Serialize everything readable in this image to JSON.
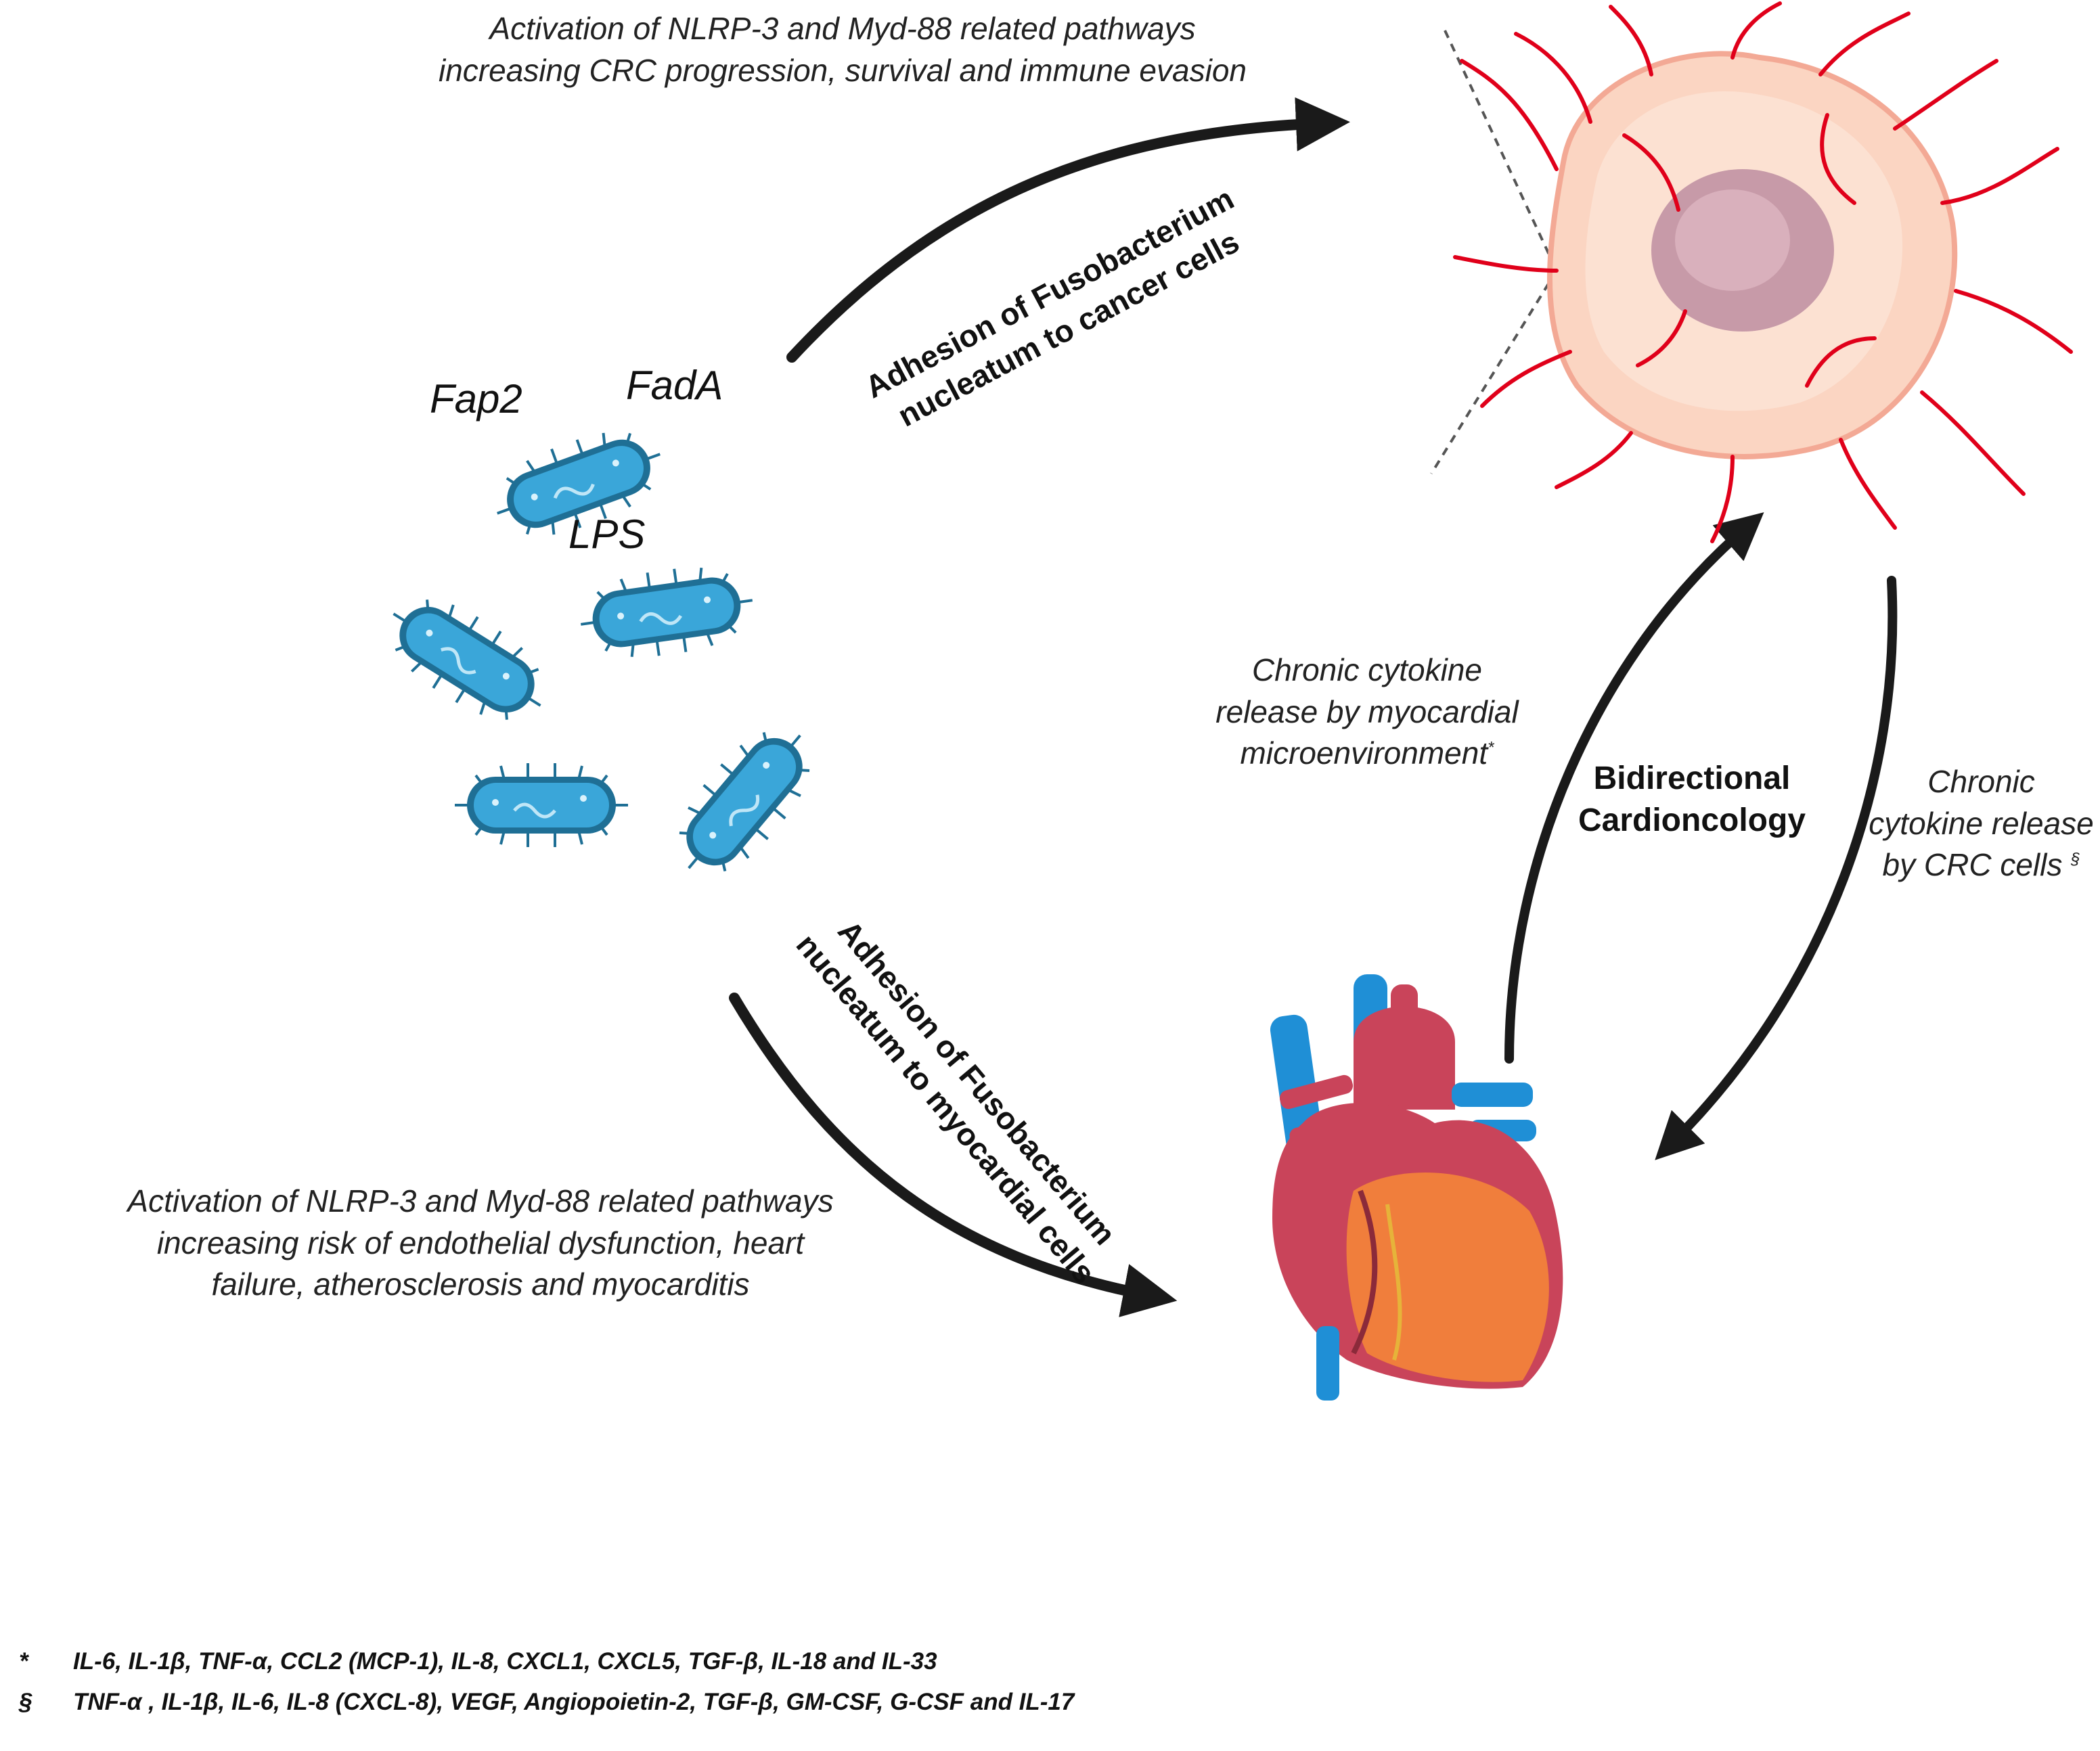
{
  "labels": {
    "cancer_pathway": "Activation of NLRP-3 and Myd-88 related pathways increasing CRC progression, survival and immune evasion",
    "adhesion_cancer": "Adhesion of Fusobacterium nucleatum to cancer cells",
    "adhesion_myocardial": "Adhesion of Fusobacterium nucleatum to myocardial cells",
    "heart_pathway": "Activation of NLRP-3 and Myd-88 related pathways increasing risk of endothelial dysfunction, heart failure, atherosclerosis and myocarditis",
    "myocardial_cytokine": "Chronic cytokine release by myocardial microenvironment",
    "myocardial_cytokine_mark": "*",
    "bidirectional": "Bidirectional Cardioncology",
    "crc_cytokine": "Chronic cytokine release by CRC cells",
    "crc_cytokine_mark": "§"
  },
  "bacteria_tags": {
    "fap2": "Fap2",
    "fada": "FadA",
    "lps": "LPS"
  },
  "footnotes": [
    {
      "mark": "*",
      "text": "IL-6, IL-1β, TNF-α, CCL2 (MCP-1), IL-8, CXCL1, CXCL5, TGF-β, IL-18 and IL-33"
    },
    {
      "mark": "§",
      "text": "TNF-α , IL-1β, IL-6, IL-8 (CXCL-8), VEGF, Angiopoietin-2, TGF-β, GM-CSF, G-CSF and IL-17"
    }
  ],
  "icons": [
    "bacterium-icon",
    "tumor-cell-icon",
    "heart-icon",
    "curved-arrow-icon"
  ],
  "colors": {
    "bacterium_body": "#3aa6d9",
    "bacterium_outline": "#1f6f95",
    "tumor_fill": "#fbd5c2",
    "tumor_nucleus": "#c79aa8",
    "vessels": "#e0001a",
    "heart_red": "#c9445a",
    "heart_orange": "#f07e3c",
    "heart_blue": "#1f8fd6",
    "arrow": "#1a1a1a"
  }
}
